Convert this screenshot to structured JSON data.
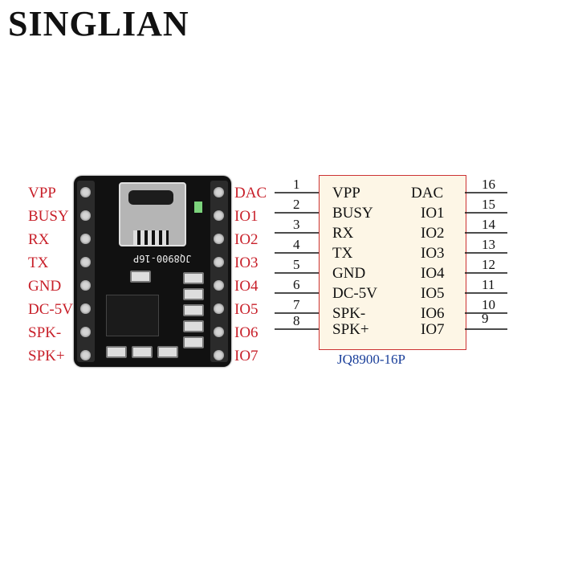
{
  "brand": "SINGLIAN",
  "module": {
    "silkscreen": "JQ8900-16P",
    "left_pins": [
      "VPP",
      "BUSY",
      "RX",
      "TX",
      "GND",
      "DC-5V",
      "SPK-",
      "SPK+"
    ],
    "right_pins": [
      "DAC",
      "IO1",
      "IO2",
      "IO3",
      "IO4",
      "IO5",
      "IO6",
      "IO7"
    ]
  },
  "schematic": {
    "part_label": "JQ8900-16P",
    "left": [
      {
        "num": "1",
        "name": "VPP"
      },
      {
        "num": "2",
        "name": "BUSY"
      },
      {
        "num": "3",
        "name": "RX"
      },
      {
        "num": "4",
        "name": "TX"
      },
      {
        "num": "5",
        "name": "GND"
      },
      {
        "num": "6",
        "name": "DC-5V"
      },
      {
        "num": "7",
        "name": "SPK-"
      },
      {
        "num": "8",
        "name": "SPK+"
      }
    ],
    "right": [
      {
        "num": "16",
        "name": "DAC"
      },
      {
        "num": "15",
        "name": "IO1"
      },
      {
        "num": "14",
        "name": "IO2"
      },
      {
        "num": "13",
        "name": "IO3"
      },
      {
        "num": "12",
        "name": "IO4"
      },
      {
        "num": "11",
        "name": "IO5"
      },
      {
        "num": "10",
        "name": "IO6"
      },
      {
        "num": "9",
        "name": "IO7"
      }
    ],
    "colors": {
      "box_fill": "#fdf6e6",
      "box_border": "#cc3333",
      "label": "#1a3f9a",
      "pin_label": "#c8202a"
    }
  }
}
